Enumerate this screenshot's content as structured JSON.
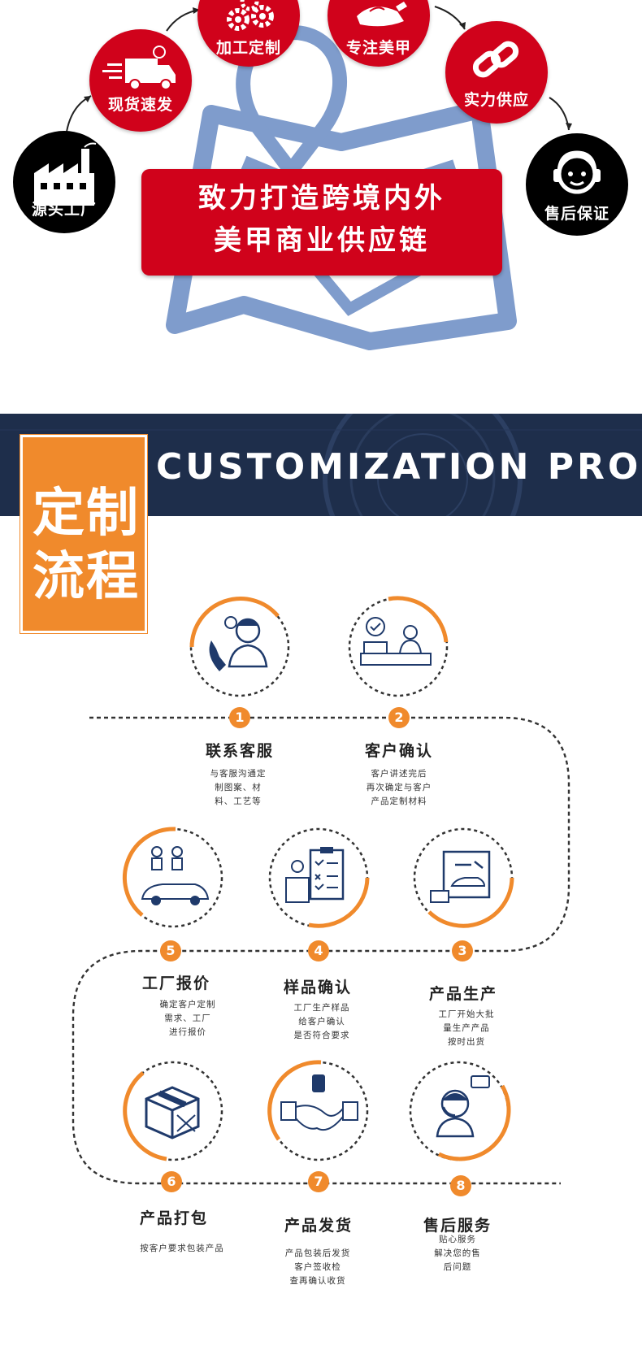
{
  "top": {
    "circles": [
      {
        "label": "源头工厂",
        "icon": "factory-icon",
        "style": "black"
      },
      {
        "label": "现货速发",
        "icon": "delivery-truck-icon",
        "style": "red"
      },
      {
        "label": "加工定制",
        "icon": "gears-icon",
        "style": "red"
      },
      {
        "label": "专注美甲",
        "icon": "hand-nail-icon",
        "style": "red"
      },
      {
        "label": "实力供应",
        "icon": "chain-link-icon",
        "style": "red"
      },
      {
        "label": "售后保证",
        "icon": "customer-service-icon",
        "style": "black"
      }
    ],
    "banner": {
      "line1": "致力打造跨境内外",
      "line2": "美甲商业供应链"
    }
  },
  "header": {
    "title_en": "CUSTOMIZATION PROCESS",
    "badge_line1": "定制",
    "badge_line2": "流程"
  },
  "colors": {
    "red": "#d0021b",
    "orange": "#f08a2c",
    "navy": "#1e2e4b",
    "map_blue": "#7f9ccc"
  },
  "steps": [
    {
      "num": "1",
      "title": "联系客服",
      "desc": [
        "与客服沟通定",
        "制图案、材",
        "料、工艺等"
      ],
      "icon": "phone-agent-icon"
    },
    {
      "num": "2",
      "title": "客户确认",
      "desc": [
        "客户讲述完后",
        "再次确定与客户",
        "产品定制材料"
      ],
      "icon": "desk-confirm-icon"
    },
    {
      "num": "3",
      "title": "产品生产",
      "desc": [
        "工厂开始大批",
        "量生产产品",
        "按时出货"
      ],
      "icon": "production-icon"
    },
    {
      "num": "4",
      "title": "样品确认",
      "desc": [
        "工厂生产样品",
        "给客户确认",
        "是否符合要求"
      ],
      "icon": "checklist-icon"
    },
    {
      "num": "5",
      "title": "工厂报价",
      "desc": [
        "确定客户定制",
        "需求、工厂",
        "进行报价"
      ],
      "icon": "car-quote-icon"
    },
    {
      "num": "6",
      "title": "产品打包",
      "desc": [
        "按客户要求包装产品"
      ],
      "icon": "package-box-icon"
    },
    {
      "num": "7",
      "title": "产品发货",
      "desc": [
        "产品包装后发货",
        "客户签收检",
        "查再确认收货"
      ],
      "icon": "handshake-icon"
    },
    {
      "num": "8",
      "title": "售后服务",
      "desc": [
        "贴心服务",
        "解决您的售",
        "后问题"
      ],
      "icon": "support-agent-icon"
    }
  ]
}
